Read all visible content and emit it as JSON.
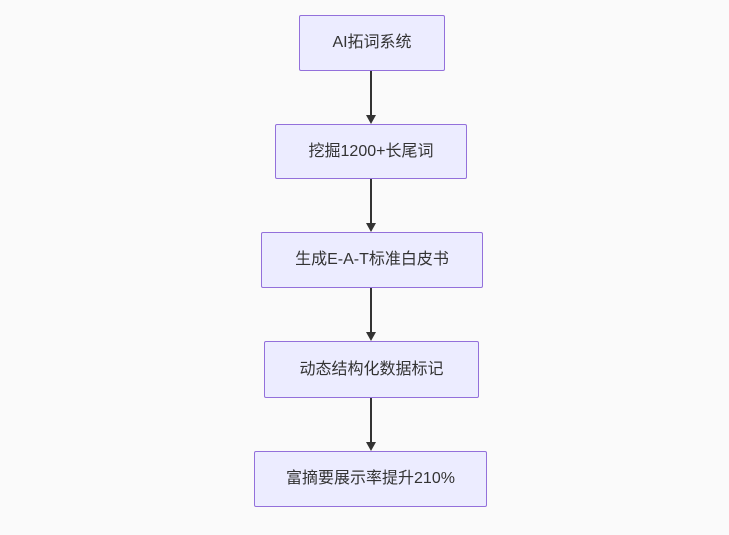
{
  "page": {
    "background": "#fafafa"
  },
  "diagram": {
    "type": "flowchart",
    "direction": "top-down",
    "nodes": [
      {
        "id": "n1",
        "label": "AI拓词系统"
      },
      {
        "id": "n2",
        "label": "挖掘1200+长尾词"
      },
      {
        "id": "n3",
        "label": "生成E-A-T标准白皮书"
      },
      {
        "id": "n4",
        "label": "动态结构化数据标记"
      },
      {
        "id": "n5",
        "label": "富摘要展示率提升210%"
      }
    ],
    "edges": [
      {
        "from": "n1",
        "to": "n2",
        "style": "arrow-down"
      },
      {
        "from": "n2",
        "to": "n3",
        "style": "arrow-down"
      },
      {
        "from": "n3",
        "to": "n4",
        "style": "arrow-down"
      },
      {
        "from": "n4",
        "to": "n5",
        "style": "arrow-down"
      }
    ],
    "colors": {
      "node_fill": "#ECECFF",
      "node_border": "#9370DB",
      "arrow": "#333333",
      "text": "#333333",
      "background": "#fafafa"
    }
  }
}
